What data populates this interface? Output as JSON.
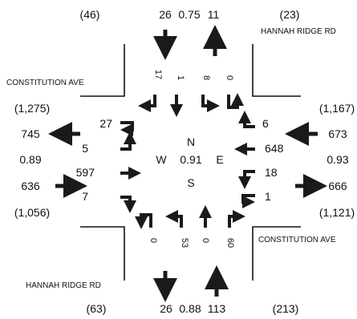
{
  "streets": {
    "north_south": "HANNAH RIDGE RD",
    "east_west": "CONSTITUTION AVE"
  },
  "north_leg": {
    "peak": "(46)",
    "outbound": "26",
    "phf": "0.75",
    "inbound": "11",
    "peak_in": "(23)",
    "movements": [
      "17",
      "1",
      "8",
      "0"
    ]
  },
  "south_leg": {
    "peak": "(63)",
    "outbound": "26",
    "phf": "0.88",
    "inbound": "113",
    "peak_in": "(213)",
    "movements": [
      "0",
      "53",
      "0",
      "60"
    ]
  },
  "west_leg": {
    "peak_out": "(1,275)",
    "outbound": "745",
    "phf": "0.89",
    "inbound": "636",
    "peak_in": "(1,056)",
    "movements": [
      "27",
      "5",
      "597",
      "7"
    ]
  },
  "east_leg": {
    "peak_out": "(1,167)",
    "outbound": "673",
    "phf": "0.93",
    "inbound": "666",
    "peak_in": "(1,121)",
    "movements": [
      "6",
      "648",
      "18",
      "1"
    ]
  },
  "center": {
    "n": "N",
    "s": "S",
    "e": "E",
    "w": "W",
    "phf": "0.91"
  },
  "colors": {
    "line": "#111111",
    "arrow": "#1a1a1a"
  }
}
